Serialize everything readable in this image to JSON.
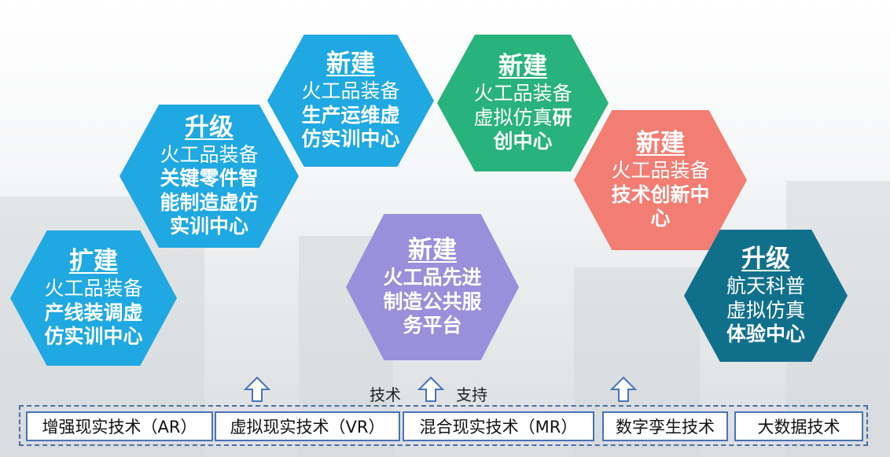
{
  "hexagons": [
    {
      "title": "扩建",
      "color": "#1fa8e2",
      "lines": [
        [
          {
            "text": "火工品装备",
            "bold": false
          }
        ],
        [
          {
            "text": "产线装调虚",
            "bold": true
          }
        ],
        [
          {
            "text": "仿实训中心",
            "bold": true
          }
        ]
      ]
    },
    {
      "title": "升级",
      "color": "#1fa8e2",
      "lines": [
        [
          {
            "text": "火工品装备",
            "bold": false
          }
        ],
        [
          {
            "text": "关键零件智",
            "bold": true
          }
        ],
        [
          {
            "text": "能制造虚仿",
            "bold": true
          }
        ],
        [
          {
            "text": "实训中心",
            "bold": true
          }
        ]
      ]
    },
    {
      "title": "新建",
      "color": "#1fa8e2",
      "lines": [
        [
          {
            "text": "火工品装备",
            "bold": false
          }
        ],
        [
          {
            "text": "生产运维虚",
            "bold": true
          }
        ],
        [
          {
            "text": "仿实训中心",
            "bold": true
          }
        ]
      ]
    },
    {
      "title": "新建",
      "color": "#28b27c",
      "lines": [
        [
          {
            "text": "火工品装备",
            "bold": false
          }
        ],
        [
          {
            "text": "虚拟仿真",
            "bold": false
          },
          {
            "text": "研",
            "bold": true
          }
        ],
        [
          {
            "text": "创中心",
            "bold": true
          }
        ]
      ]
    },
    {
      "title": "新建",
      "color": "#f27d73",
      "lines": [
        [
          {
            "text": "火工品装备",
            "bold": false
          }
        ],
        [
          {
            "text": "技术创新中",
            "bold": true
          }
        ],
        [
          {
            "text": "心",
            "bold": true
          }
        ]
      ]
    },
    {
      "title": "升级",
      "color": "#10708c",
      "lines": [
        [
          {
            "text": "航天科普",
            "bold": false
          }
        ],
        [
          {
            "text": "虚拟仿真",
            "bold": false
          }
        ],
        [
          {
            "text": "体验中心",
            "bold": true
          }
        ]
      ]
    },
    {
      "title": "新建",
      "color": "#9a8fda",
      "lines": [
        [
          {
            "text": "火工品先进",
            "bold": true
          }
        ],
        [
          {
            "text": "制造公共服",
            "bold": true
          }
        ],
        [
          {
            "text": "务平台",
            "bold": true
          }
        ]
      ]
    }
  ],
  "support": {
    "left": "技术",
    "right": "支持"
  },
  "technologies": [
    "增强现实技术（AR）",
    "虚拟现实技术（VR）",
    "混合现实技术（MR）",
    "数字孪生技术",
    "大数据技术"
  ]
}
